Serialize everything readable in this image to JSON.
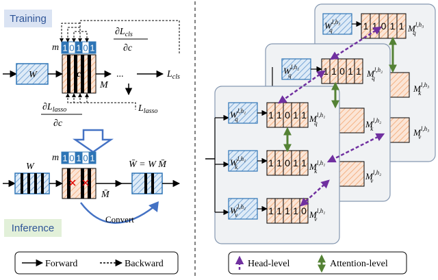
{
  "training_label": "Training",
  "inference_label": "Inference",
  "left": {
    "w_label": "W",
    "c_label": "c",
    "m_label": "M",
    "mask_var": "m",
    "mask_bits": [
      "1",
      "0",
      "1",
      "0",
      "1"
    ],
    "lcls_num": "∂L",
    "lcls_num_sub": "cls",
    "lcls_den": "∂c",
    "lasso_num": "∂L",
    "lasso_num_sub": "lasso",
    "lasso_den": "∂c",
    "ellipsis": "...",
    "l_cls": "L",
    "l_cls_sub": "cls",
    "l_lasso": "L",
    "l_lasso_sub": "lasso",
    "inf_w_label": "W",
    "mbar_label": "M̄",
    "wbar_eq": "W̄ = W M̄",
    "convert_label": "Convert"
  },
  "legend": {
    "forward": "Forward",
    "backward": "Backward",
    "head_level": "Head-level",
    "attention_level": "Attention-level"
  },
  "heads": [
    {
      "suffix": "h1",
      "q_bits": [
        "1",
        "1",
        "0",
        "1",
        "1"
      ],
      "k_bits": [
        "1",
        "1",
        "0",
        "1",
        "1"
      ],
      "v_bits": [
        "1",
        "1",
        "1",
        "1",
        "0"
      ]
    },
    {
      "suffix": "h2",
      "q_bits": [
        "1",
        "1",
        "0",
        "1",
        "1"
      ],
      "k_bits": [],
      "v_bits": []
    },
    {
      "suffix": "h3",
      "q_bits": [
        "1",
        "1",
        "0",
        "1",
        "1"
      ],
      "k_bits": [],
      "v_bits": []
    }
  ],
  "colors": {
    "accent_blue": "#2e75b6",
    "hatch_blue": "#9dc3e6",
    "hatch_orange": "#f4b183",
    "purple": "#7030a0",
    "green": "#548235",
    "training_bg": "#dae3f3",
    "inference_bg": "#e2f0d9"
  }
}
